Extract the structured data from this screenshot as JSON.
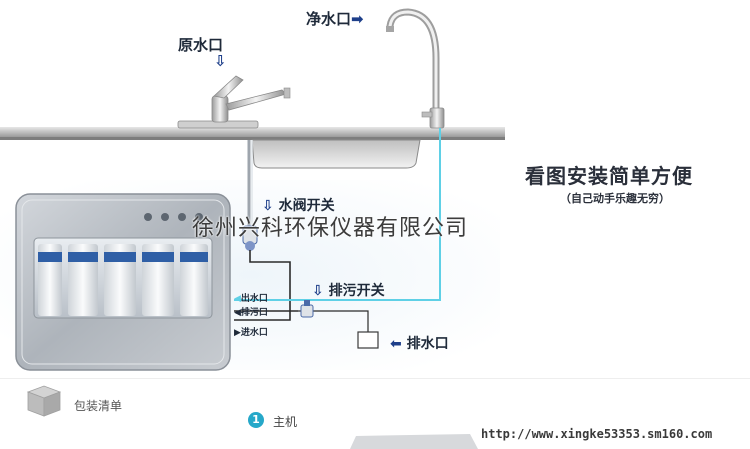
{
  "labels": {
    "raw_water_inlet": "原水口",
    "pure_water_outlet": "净水口",
    "water_valve_switch": "水阀开关",
    "drain_switch": "排污开关",
    "drain_outlet": "排水口",
    "port_outlet": "出水口",
    "port_drain": "排污口",
    "port_inlet": "进水口"
  },
  "headline": {
    "title": "看图安装简单方便",
    "subtitle": "（自己动手乐趣无穷）"
  },
  "watermark": "徐州兴科环保仪器有限公司",
  "packing": {
    "title": "包装清单",
    "item_number": "1",
    "item_label": "主机"
  },
  "footer_url": "http://www.xingke53353.sm160.com",
  "icons": [
    "down-arrow-icon",
    "right-arrow-icon",
    "left-arrow-icon",
    "box-icon"
  ],
  "colors": {
    "accent_blue": "#1e3f8a",
    "water_line": "#5fd0e6",
    "badge": "#26a8c9"
  }
}
